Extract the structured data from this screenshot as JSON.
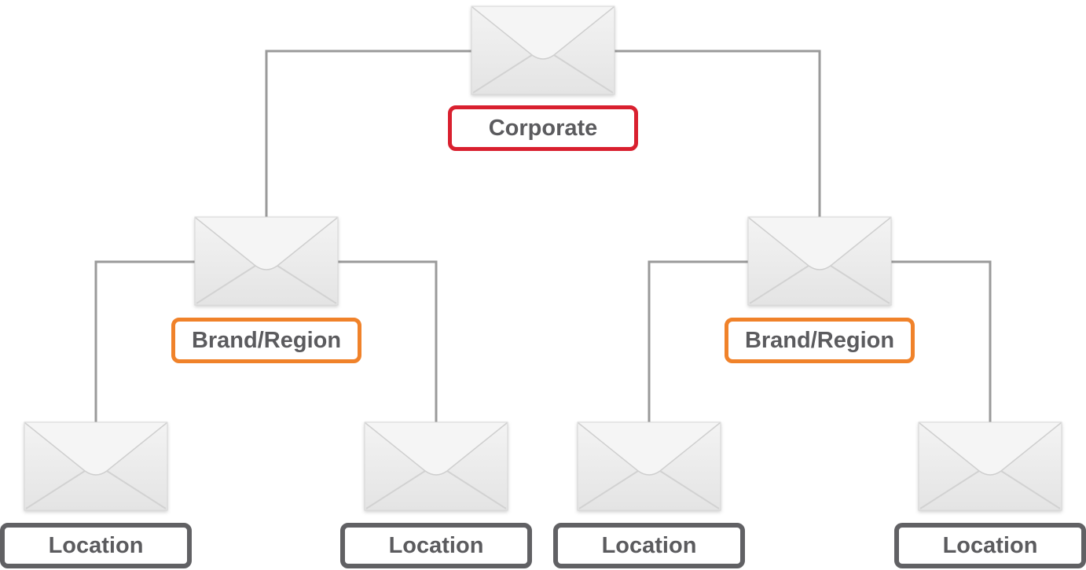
{
  "colors": {
    "connector": "#9a9a9a",
    "envelope_fill": "#eeeeee",
    "envelope_edge": "#d7d7d7",
    "corporate_border": "#d9202f",
    "brand_border": "#f0822a",
    "location_border": "#616164",
    "label_text": "#5b5b5e"
  },
  "nodes": [
    {
      "id": "corporate",
      "label": "Corporate",
      "level": 0,
      "icon": "envelope-icon"
    },
    {
      "id": "brand-left",
      "label": "Brand/Region",
      "level": 1,
      "parent": "corporate",
      "icon": "envelope-icon"
    },
    {
      "id": "brand-right",
      "label": "Brand/Region",
      "level": 1,
      "parent": "corporate",
      "icon": "envelope-icon"
    },
    {
      "id": "location-1",
      "label": "Location",
      "level": 2,
      "parent": "brand-left",
      "icon": "envelope-icon"
    },
    {
      "id": "location-2",
      "label": "Location",
      "level": 2,
      "parent": "brand-left",
      "icon": "envelope-icon"
    },
    {
      "id": "location-3",
      "label": "Location",
      "level": 2,
      "parent": "brand-right",
      "icon": "envelope-icon"
    },
    {
      "id": "location-4",
      "label": "Location",
      "level": 2,
      "parent": "brand-right",
      "icon": "envelope-icon"
    }
  ]
}
